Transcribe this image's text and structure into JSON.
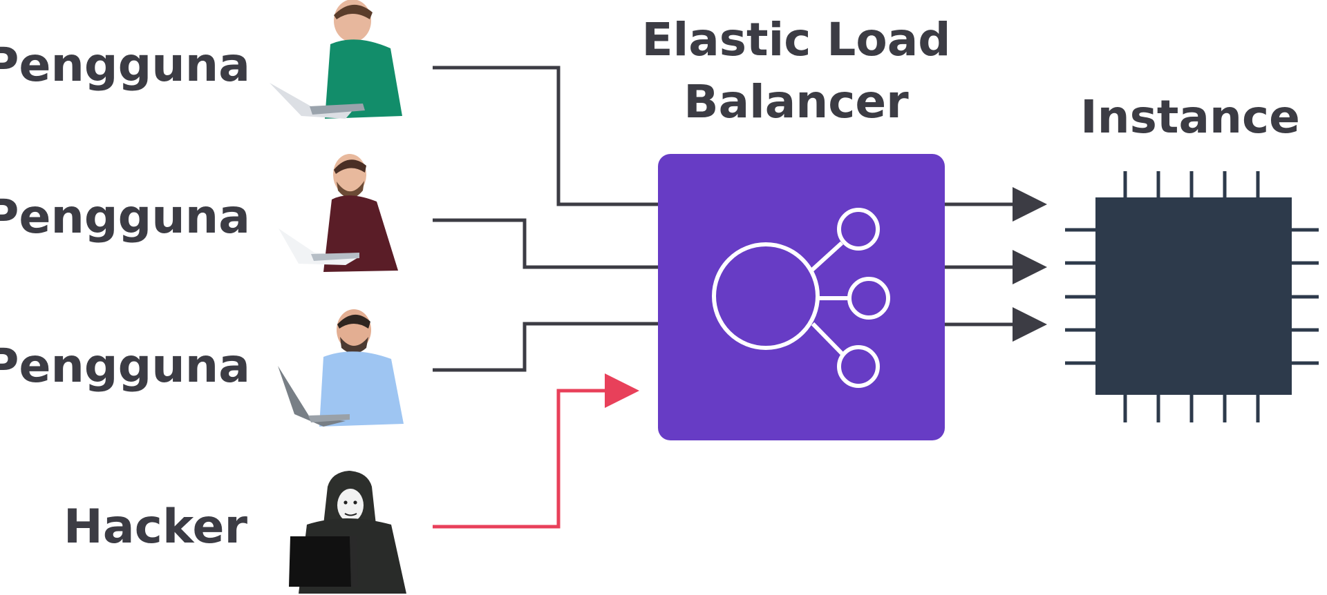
{
  "diagram": {
    "title_line1": "Elastic Load",
    "title_line2": "Balancer",
    "instance_label": "Instance",
    "users": [
      {
        "label": "Pengguna",
        "avatar": "user-green-shirt-laptop"
      },
      {
        "label": "Pengguna",
        "avatar": "user-maroon-shirt-laptop"
      },
      {
        "label": "Pengguna",
        "avatar": "user-blue-shirt-laptop"
      }
    ],
    "hacker": {
      "label": "Hacker",
      "avatar": "hooded-hacker-mask-laptop"
    },
    "load_balancer_icon": "load-balancer-icon",
    "instance_icon": "cpu-chip-icon"
  },
  "colors": {
    "text": "#3c3c44",
    "connector": "#3c3c44",
    "hacker_connector": "#e8405a",
    "load_balancer": "#673cc5",
    "chip": "#2d3a4b"
  }
}
